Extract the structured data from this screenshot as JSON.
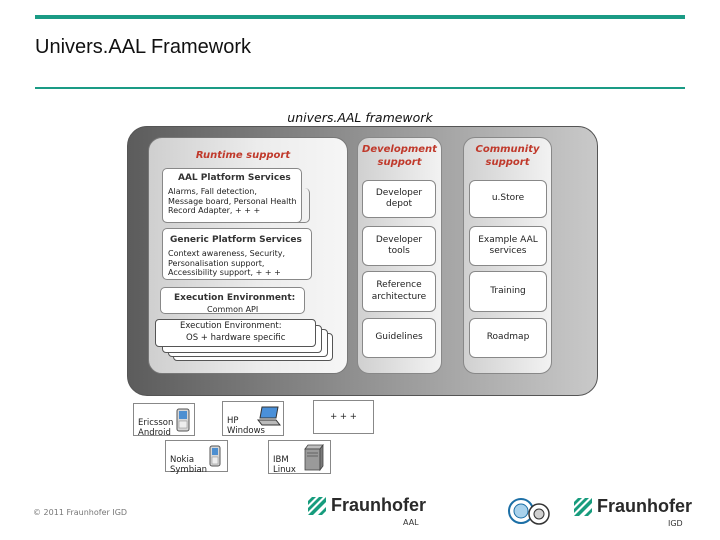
{
  "slide": {
    "title": "Univers.AAL Framework",
    "footer": "© 2011 Fraunhofer IGD"
  },
  "colors": {
    "accent_bar": "#1a9b85",
    "header_red": "#c0392b",
    "fraunhofer_green": "#179c7d"
  },
  "framework": {
    "title": "univers.AAL framework",
    "runtime": {
      "title": "Runtime support",
      "aal_services": {
        "title": "AAL Platform Services",
        "text": "Alarms, Fall detection,\nMessage board, Personal Health\nRecord Adapter, + + +"
      },
      "generic_services": {
        "title": "Generic Platform Services",
        "text": "Context awareness, Security,\nPersonalisation support,\nAccessibility support, + + +"
      },
      "exec_env_common": {
        "title": "Execution Environment:",
        "sub": "Common API"
      },
      "exec_env_specific": {
        "title": "Execution Environment:",
        "sub": "OS + hardware specific"
      }
    },
    "development": {
      "title": "Development\nsupport",
      "items": [
        "Developer\ndepot",
        "Developer\ntools",
        "Reference\narchitecture",
        "Guidelines"
      ]
    },
    "community": {
      "title": "Community\nsupport",
      "items": [
        "u.Store",
        "Example AAL\nservices",
        "Training",
        "Roadmap"
      ]
    }
  },
  "devices": [
    {
      "label": "Ericsson\nAndroid",
      "icon": "phone-icon"
    },
    {
      "label": "HP\nWindows",
      "icon": "laptop-icon"
    },
    {
      "label": "+ + +",
      "icon": ""
    },
    {
      "label": "Nokia\nSymbian",
      "icon": "phone-icon"
    },
    {
      "label": "IBM\nLinux",
      "icon": "server-icon"
    }
  ],
  "logos": {
    "aal": {
      "name": "Fraunhofer",
      "sub": "AAL"
    },
    "igd": {
      "name": "Fraunhofer",
      "sub": "IGD"
    }
  }
}
